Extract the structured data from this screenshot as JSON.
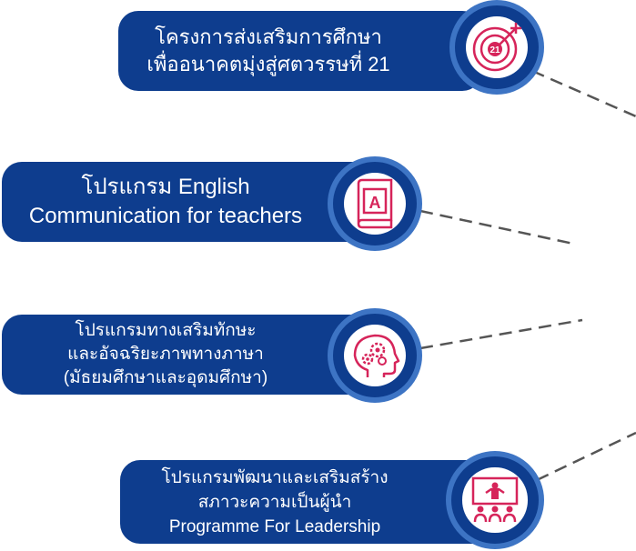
{
  "items": [
    {
      "lines": [
        "โครงการส่งเสริมการศึกษา",
        "เพื่ออนาคตมุ่งสู่ศตวรรษที่ 21"
      ],
      "icon": "target-21-icon",
      "icon_text": "21"
    },
    {
      "lines": [
        "โปรแกรม English",
        "Communication for teachers"
      ],
      "icon": "book-a-icon",
      "icon_text": "A"
    },
    {
      "lines": [
        "โปรแกรมทางเสริมทักษะ",
        "และอัจฉริยะภาพทางภาษา",
        "(มัธยมศึกษาและอุดมศึกษา)"
      ],
      "icon": "head-gears-icon"
    },
    {
      "lines": [
        "โปรแกรมพัฒนาและเสริมสร้าง",
        "สภาวะความเป็นผู้นำ",
        "Programme For Leadership"
      ],
      "icon": "presentation-audience-icon"
    }
  ],
  "colors": {
    "pill": "#0e3d8e",
    "ring": "#3d74c4",
    "icon": "#d6245a",
    "connector": "#555555"
  }
}
